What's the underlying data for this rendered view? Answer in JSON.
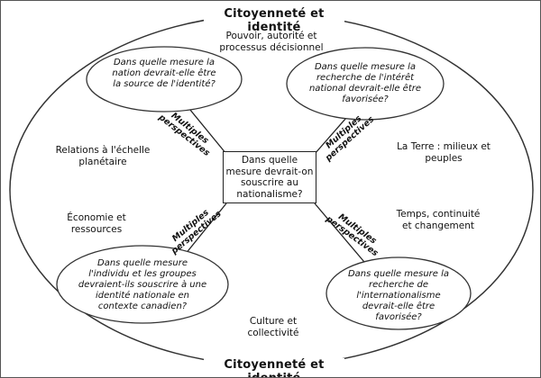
{
  "title_top": "Citoyenneté et identité",
  "title_bottom": "Citoyenneté et identité",
  "central_question": "Dans quelle mesure devrait-on souscrire au nationalisme?",
  "connector_label": "Multiples perspectives",
  "questions": {
    "top_left": "Dans quelle mesure la nation devrait-elle être la source de l'identité?",
    "top_right": "Dans quelle mesure la recherche de l'intérêt national devrait-elle être favorisée?",
    "bottom_left": "Dans quelle mesure l'individu et les groupes devraient-ils souscrire à une identité nationale en contexte canadien?",
    "bottom_right": "Dans quelle mesure la recherche de l'internationalisme devrait-elle être favorisée?"
  },
  "themes": {
    "power": "Pouvoir, autorité et processus décisionnel",
    "global": "Relations à l'échelle planétaire",
    "land": "La Terre : milieux et peuples",
    "economy": "Économie et ressources",
    "time": "Temps, continuité et changement",
    "culture": "Culture et collectivité"
  }
}
